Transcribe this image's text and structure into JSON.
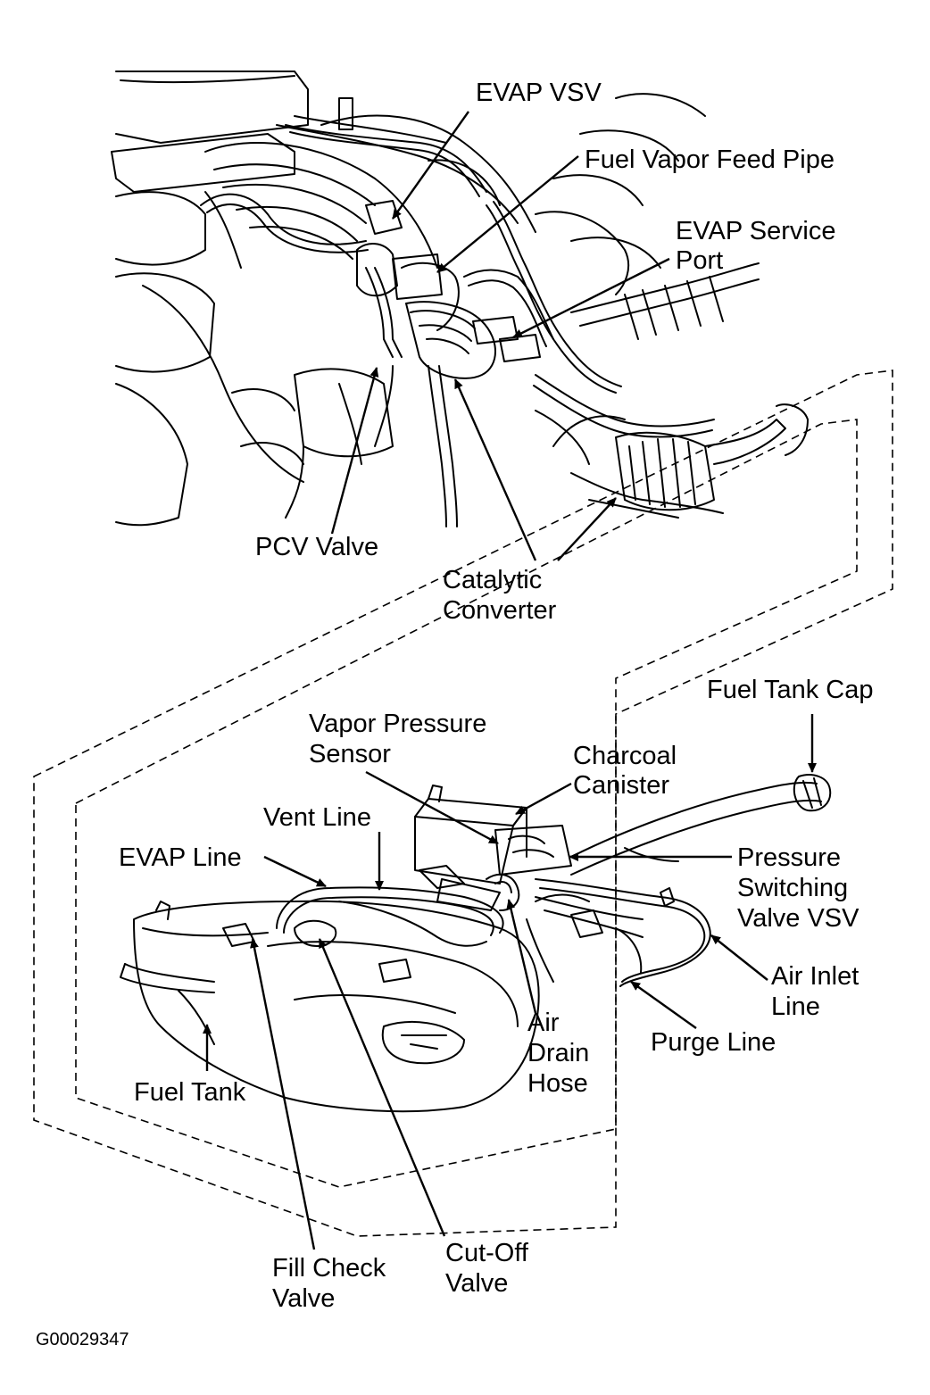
{
  "labels": {
    "evap_vsv": "EVAP VSV",
    "fuel_vapor_feed_pipe": "Fuel Vapor Feed Pipe",
    "evap_service_port_1": "EVAP Service",
    "evap_service_port_2": "Port",
    "pcv_valve": "PCV Valve",
    "catalytic_converter_1": "Catalytic",
    "catalytic_converter_2": "Converter",
    "fuel_tank_cap": "Fuel Tank Cap",
    "vapor_pressure_sensor_1": "Vapor Pressure",
    "vapor_pressure_sensor_2": "Sensor",
    "charcoal_canister_1": "Charcoal",
    "charcoal_canister_2": "Canister",
    "vent_line": "Vent Line",
    "evap_line": "EVAP Line",
    "pressure_switching_valve_1": "Pressure",
    "pressure_switching_valve_2": "Switching",
    "pressure_switching_valve_3": "Valve VSV",
    "air_inlet_line_1": "Air Inlet",
    "air_inlet_line_2": "Line",
    "air_drain_hose_1": "Air",
    "air_drain_hose_2": "Drain",
    "air_drain_hose_3": "Hose",
    "purge_line": "Purge Line",
    "fuel_tank": "Fuel Tank",
    "fill_check_valve_1": "Fill Check",
    "fill_check_valve_2": "Valve",
    "cut_off_valve_1": "Cut-Off",
    "cut_off_valve_2": "Valve"
  },
  "figure_code": "G00029347"
}
